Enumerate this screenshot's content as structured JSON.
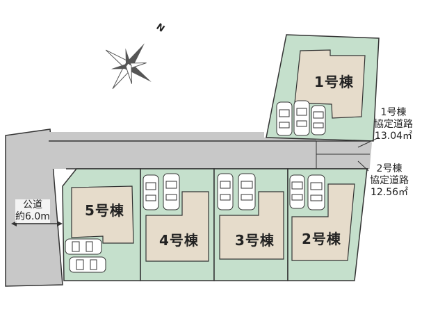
{
  "compass": {
    "north_label": "N"
  },
  "buildings": [
    {
      "id": "1",
      "label": "1号棟"
    },
    {
      "id": "2",
      "label": "2号棟"
    },
    {
      "id": "3",
      "label": "3号棟"
    },
    {
      "id": "4",
      "label": "4号棟"
    },
    {
      "id": "5",
      "label": "5号棟"
    }
  ],
  "public_road": {
    "line1": "公道",
    "line2": "約6.0m"
  },
  "private_road_1": {
    "line1": "1号棟",
    "line2": "協定道路",
    "line3": "13.04㎡"
  },
  "private_road_2": {
    "line1": "2号棟",
    "line2": "協定道路",
    "line3": "12.56㎡"
  },
  "colors": {
    "lot": "#c5e0cc",
    "building": "#e6dccb",
    "road": "#c8c8c8",
    "outline": "#333333",
    "car_fill": "#ffffff"
  }
}
